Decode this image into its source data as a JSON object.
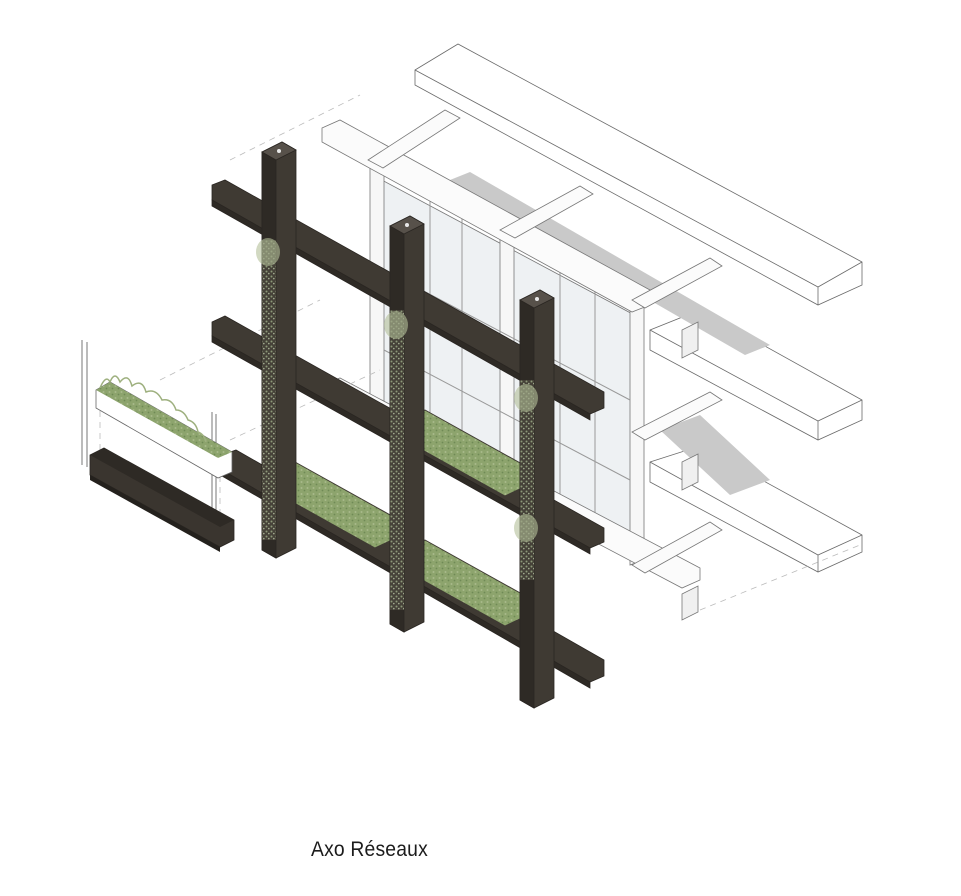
{
  "caption": "Axo Réseaux",
  "diagram": {
    "type": "axonometric architectural diagram",
    "layers": [
      {
        "name": "concrete-floor-slabs",
        "count": 3,
        "color": "#ffffff",
        "stroke": "#555555"
      },
      {
        "name": "white-structural-frame-and-glazing",
        "color": "#f4f4f4",
        "glass": "#eef1f3"
      },
      {
        "name": "dark-steel-grid-columns-and-beams",
        "columns": 3,
        "beams": 3,
        "color": "#3f3a33"
      },
      {
        "name": "planter-troughs-with-vegetation",
        "color": "#8aa06a"
      },
      {
        "name": "exploded-planter-detail",
        "color": "#3a352f"
      }
    ],
    "colors": {
      "steel": "#3f3a33",
      "steel_dark": "#2e2a25",
      "steel_light": "#57514a",
      "vegetation": "#8fa66f",
      "shadow": "#c8c8c8",
      "line": "#555555"
    }
  }
}
